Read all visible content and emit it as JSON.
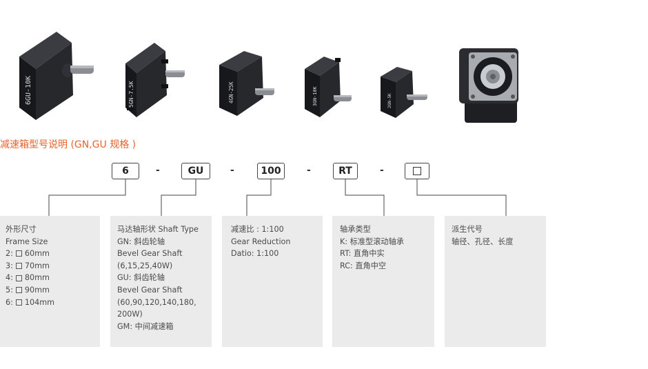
{
  "products": [
    {
      "label_icon": "gear-motor-6gu-icon",
      "label_text": "6GU-10K"
    },
    {
      "label_icon": "gear-motor-5gn-icon",
      "label_text": "5GN-7.5K"
    },
    {
      "label_icon": "gear-motor-4gn-icon",
      "label_text": "4GN-25K"
    },
    {
      "label_icon": "gear-motor-3gn-icon",
      "label_text": "3GN-10K"
    },
    {
      "label_icon": "gear-motor-2gn-icon",
      "label_text": "2GN-5K"
    },
    {
      "label_icon": "right-angle-gearbox-icon",
      "label_text": ""
    }
  ],
  "section_title": "减速箱型号说明 (GN,GU 规格 )",
  "code": {
    "frame": "6",
    "type": "GU",
    "ratio": "100",
    "shaft": "RT",
    "separator": "-",
    "option_icon": "blank-square-icon"
  },
  "panels": {
    "frame": {
      "title_cn": "外形尺寸",
      "title_en": "Frame Size",
      "sizes": [
        {
          "code": "2:",
          "value": "60mm"
        },
        {
          "code": "3:",
          "value": "70mm"
        },
        {
          "code": "4:",
          "value": "80mm"
        },
        {
          "code": "5:",
          "value": "90mm"
        },
        {
          "code": "6:",
          "value": "104mm"
        }
      ]
    },
    "type": {
      "lines": [
        "马达轴形状 Shaft Type",
        "GN: 斜齿轮轴",
        "Bevel Gear Shaft",
        "(6,15,25,40W)",
        "GU: 斜齿轮轴",
        "Bevel Gear Shaft",
        "(60,90,120,140,180,",
        "200W)",
        "GM: 中间减速箱"
      ]
    },
    "ratio": {
      "lines": [
        "减速比 : 1:100",
        "Gear Reduction",
        "Datio:  1:100"
      ]
    },
    "shaft": {
      "lines": [
        "轴承类型",
        "K: 标准型滚动轴承",
        "RT: 直角中实",
        "RC: 直角中空"
      ]
    },
    "option": {
      "lines": [
        "派生代号",
        "轴径、孔径、长度"
      ]
    }
  },
  "colors": {
    "accent": "#e8632b",
    "panel_bg": "#ebebeb",
    "line": "#444444",
    "motor_body": "#1e1f22",
    "motor_top": "#34363b",
    "shaft": "#8a8d92"
  }
}
